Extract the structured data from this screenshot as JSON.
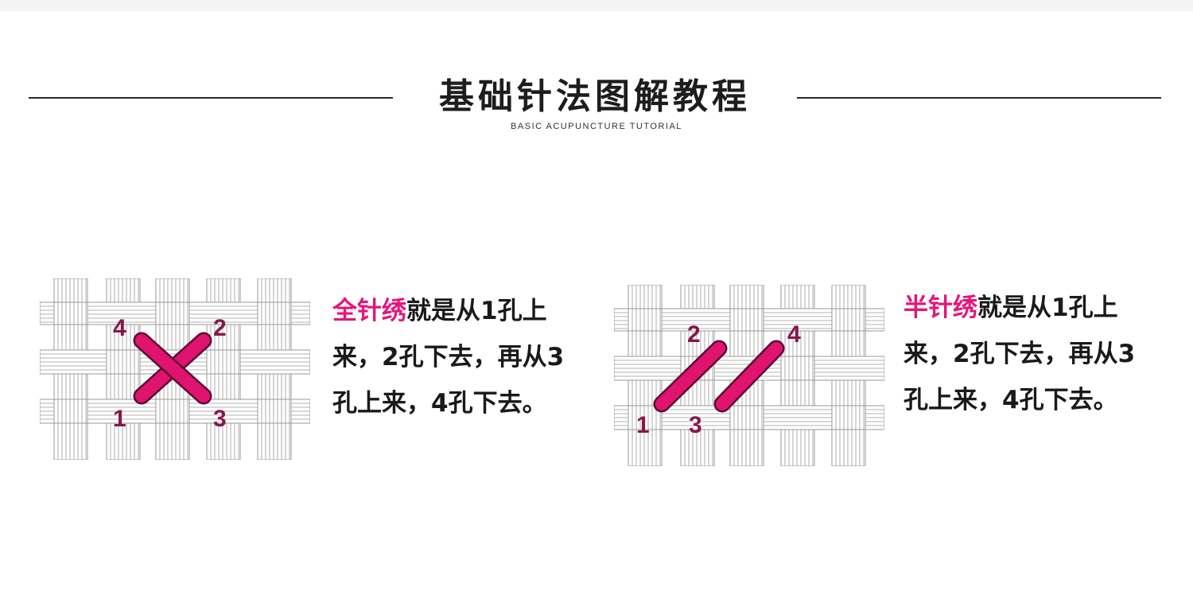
{
  "header": {
    "title": "基础针法图解教程",
    "subtitle": "BASIC ACUPUNCTURE TUTORIAL"
  },
  "colors": {
    "thread": "#e0136f",
    "thread_outline": "#5a0d32",
    "labels": "#86184a",
    "highlight_term": "#e4167a",
    "fabric_line": "#9a9a9a",
    "text": "#1a1a1a"
  },
  "full_stitch": {
    "term": "全针绣",
    "description": "就是从1孔上来，2孔下去，再从3孔上来，4孔下去。",
    "hole_labels": {
      "h1": "1",
      "h2": "2",
      "h3": "3",
      "h4": "4"
    }
  },
  "half_stitch": {
    "term": "半针绣",
    "description": "就是从1孔上来，2孔下去，再从3孔上来，4孔下去。",
    "hole_labels": {
      "h1": "1",
      "h2": "2",
      "h3": "3",
      "h4": "4"
    }
  }
}
